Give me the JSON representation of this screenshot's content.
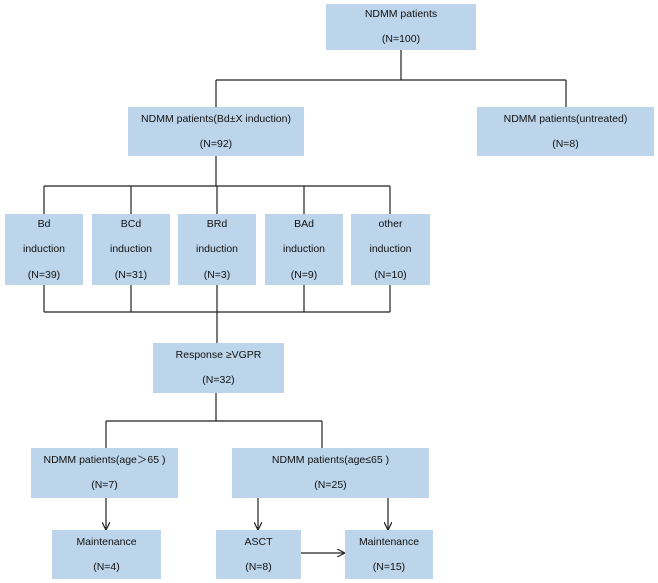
{
  "nodes": {
    "root": {
      "lines": [
        "NDMM patients",
        "(N=100)"
      ]
    },
    "bdx": {
      "lines": [
        "NDMM patients(Bd±X induction)",
        "(N=92)"
      ]
    },
    "untreated": {
      "lines": [
        "NDMM patients(untreated)",
        "(N=8)"
      ]
    },
    "bd": {
      "lines": [
        "Bd",
        "induction",
        "(N=39)"
      ]
    },
    "bcd": {
      "lines": [
        "BCd",
        "induction",
        "(N=31)"
      ]
    },
    "brd": {
      "lines": [
        "BRd",
        "induction",
        "(N=3)"
      ]
    },
    "bad": {
      "lines": [
        "BAd",
        "induction",
        "(N=9)"
      ]
    },
    "other": {
      "lines": [
        "other",
        "induction",
        "(N=10)"
      ]
    },
    "response": {
      "lines": [
        "Response ≥VGPR",
        "(N=32)"
      ]
    },
    "older": {
      "lines": [
        "NDMM patients(age＞65 )",
        "(N=7)"
      ]
    },
    "younger": {
      "lines": [
        "NDMM patients(age≤65 )",
        "(N=25)"
      ]
    },
    "maint_old": {
      "lines": [
        "Maintenance",
        "(N=4)"
      ]
    },
    "asct": {
      "lines": [
        "ASCT",
        "(N=8)"
      ]
    },
    "maint_young": {
      "lines": [
        "Maintenance",
        "(N=15)"
      ]
    }
  },
  "colors": {
    "box_fill": "#bcd5ea",
    "line": "#222222",
    "text": "#111111"
  }
}
